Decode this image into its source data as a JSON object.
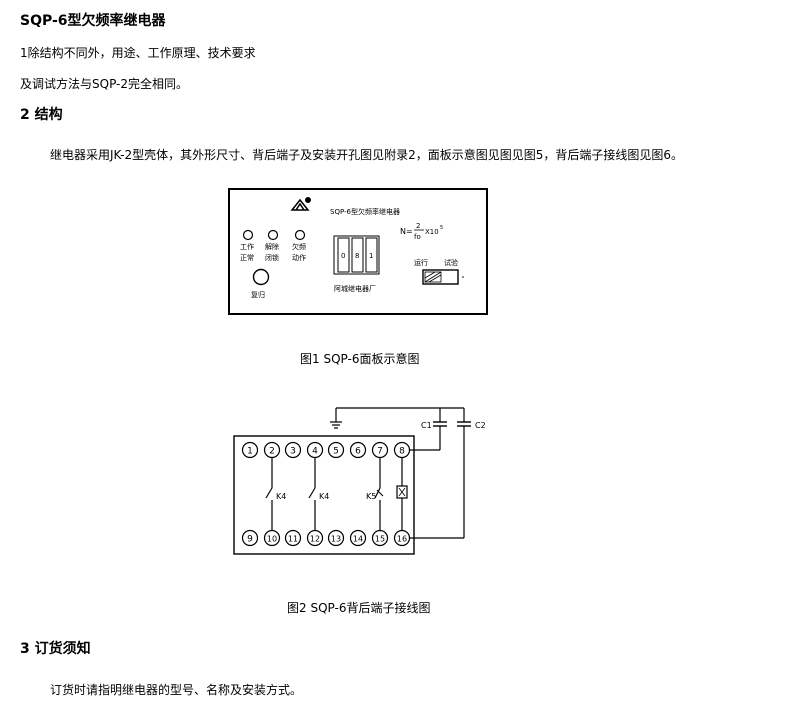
{
  "title": "SQP-6型欠频率继电器",
  "section1": {
    "line1": "1除结构不同外，用途、工作原理、技术要求",
    "line2": "及调试方法与SQP-2完全相同。"
  },
  "section2": {
    "heading": "2 结构",
    "body": "继电器采用JK-2型壳体，其外形尺寸、背后端子及安装开孔图见附录2，面板示意图见图见图5，背后端子接线图见图6。"
  },
  "figure1": {
    "caption": "图1 SQP-6面板示意图",
    "panel_title": "SQP-6型欠频率继电器",
    "formula_n": "N=",
    "formula_num": "2",
    "formula_den": "fo",
    "formula_mult": "X10",
    "formula_exp": "5",
    "lamps": [
      {
        "line1": "工作",
        "line2": "正常"
      },
      {
        "line1": "解除",
        "line2": "闭锁"
      },
      {
        "line1": "欠频",
        "line2": "动作"
      }
    ],
    "digits": [
      "0",
      "8",
      "1"
    ],
    "reset_label": "复归",
    "manufacturer": "阿城继电器厂",
    "switch_left": "运行",
    "switch_right": "试验"
  },
  "figure2": {
    "caption": "图2 SQP-6背后端子接线图",
    "top_terminals": [
      "1",
      "2",
      "3",
      "4",
      "5",
      "6",
      "7",
      "8"
    ],
    "bottom_terminals": [
      "9",
      "10",
      "11",
      "12",
      "13",
      "14",
      "15",
      "16"
    ],
    "contact_labels": [
      "K4",
      "K4",
      "K5"
    ],
    "capacitor_labels": [
      "C1",
      "C2"
    ]
  },
  "section3": {
    "heading": "3 订货须知",
    "body": "订货时请指明继电器的型号、名称及安装方式。"
  }
}
